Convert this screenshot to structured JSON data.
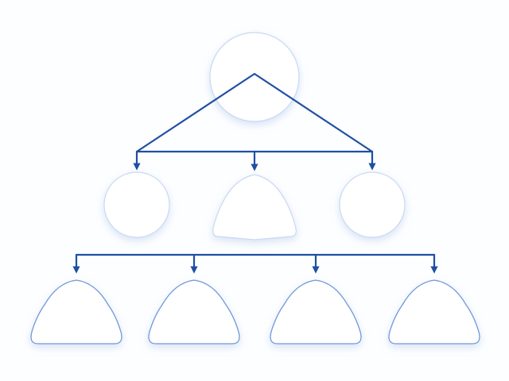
{
  "diagram": {
    "colors": {
      "background": "#fdfeff",
      "node_fill": "#ffffff",
      "node_stroke": "#c9d9f2",
      "node_stroke_strong": "#6f97d8",
      "node_shadow": "#b8cdef",
      "connector": "#1f4fa3"
    },
    "nodes": [
      {
        "id": "root",
        "shape": "circle",
        "level": 0,
        "label": ""
      },
      {
        "id": "mid-1",
        "shape": "circle",
        "level": 1,
        "label": ""
      },
      {
        "id": "mid-2",
        "shape": "dome",
        "level": 1,
        "label": ""
      },
      {
        "id": "mid-3",
        "shape": "circle",
        "level": 1,
        "label": ""
      },
      {
        "id": "leaf-1",
        "shape": "dome",
        "level": 2,
        "label": ""
      },
      {
        "id": "leaf-2",
        "shape": "dome",
        "level": 2,
        "label": ""
      },
      {
        "id": "leaf-3",
        "shape": "dome",
        "level": 2,
        "label": ""
      },
      {
        "id": "leaf-4",
        "shape": "dome",
        "level": 2,
        "label": ""
      }
    ],
    "edges": [
      {
        "from": "root",
        "to": "mid-1"
      },
      {
        "from": "root",
        "to": "mid-2"
      },
      {
        "from": "root",
        "to": "mid-3"
      }
    ],
    "unlinked_branch": {
      "targets": [
        "leaf-1",
        "leaf-2",
        "leaf-3",
        "leaf-4"
      ]
    }
  }
}
